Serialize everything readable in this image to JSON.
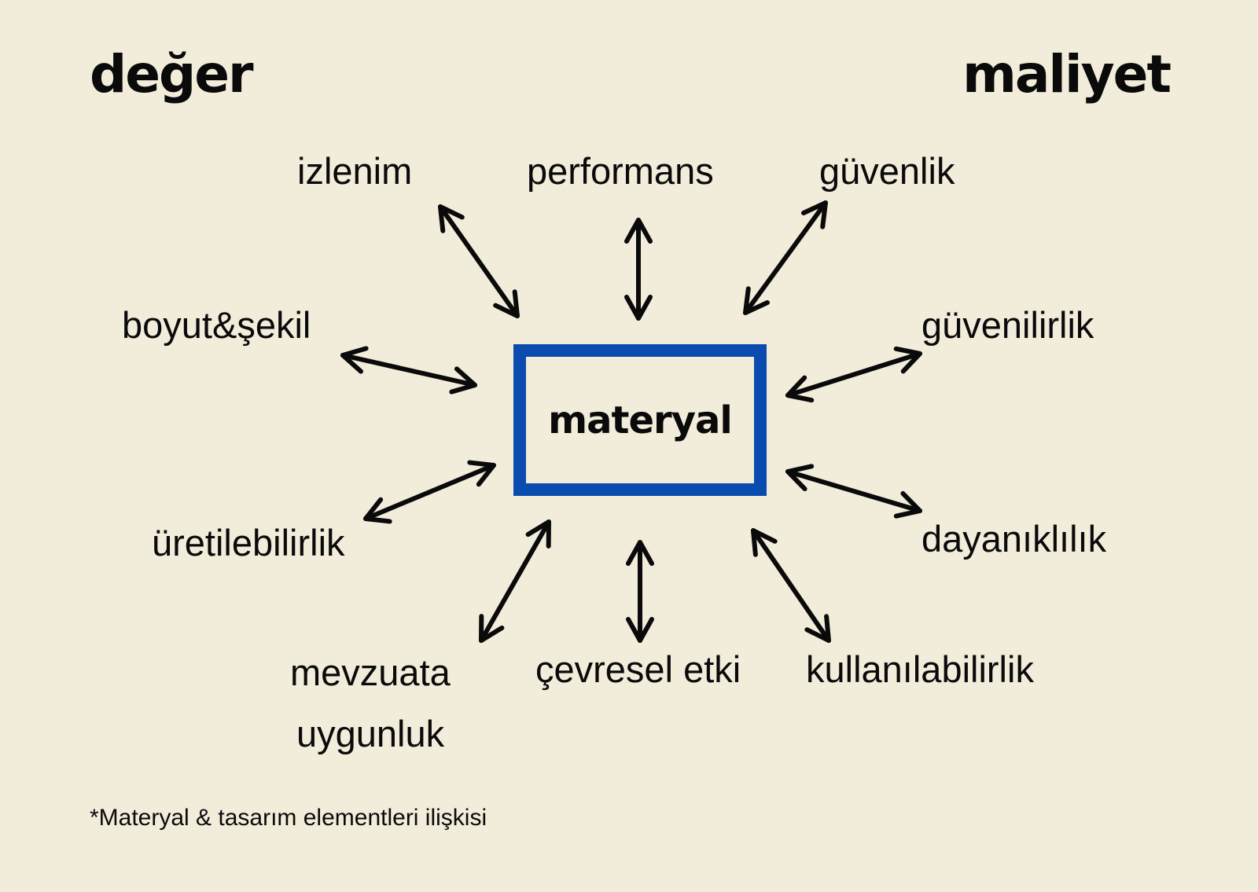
{
  "corners": {
    "left": "değer",
    "right": "maliyet"
  },
  "center": "materyal",
  "nodes": {
    "izlenim": "izlenim",
    "performans": "performans",
    "guvenlik": "güvenlik",
    "boyut_sekil": "boyut&şekil",
    "guvenilirlik": "güvenilirlik",
    "uretilebilirlik": "üretilebilirlik",
    "dayaniklilik": "dayanıklılık",
    "mevzuata_line1": "mevzuata",
    "mevzuata_line2": "uygunluk",
    "cevresel_etki": "çevresel etki",
    "kullanilabilirlik": "kullanılabilirlik"
  },
  "footnote": "*Materyal & tasarım elementleri ilişkisi",
  "colors": {
    "background": "#f2ecdb",
    "box_border": "#0a4bb0",
    "ink": "#0a0a0a"
  }
}
